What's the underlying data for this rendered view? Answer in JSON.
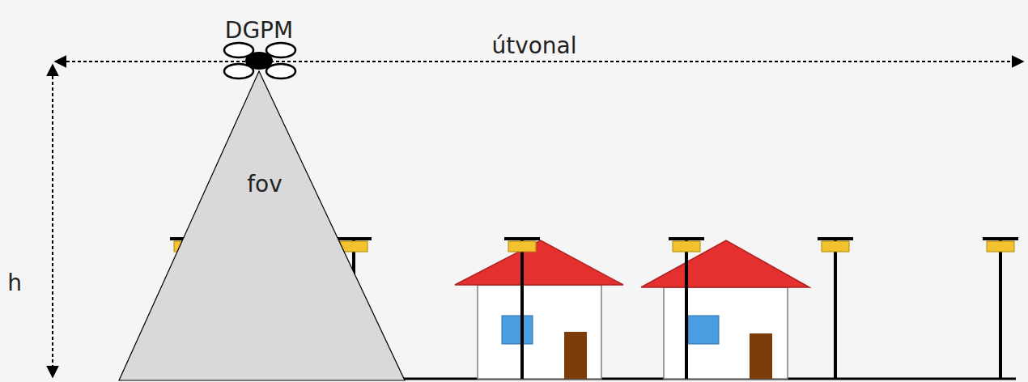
{
  "diagram": {
    "nodes": [
      {
        "text": [
          "DGPM"
        ]
      },
      {
        "text": [
          "fov"
        ]
      }
    ],
    "labels": [
      "útvonal",
      "h"
    ]
  }
}
